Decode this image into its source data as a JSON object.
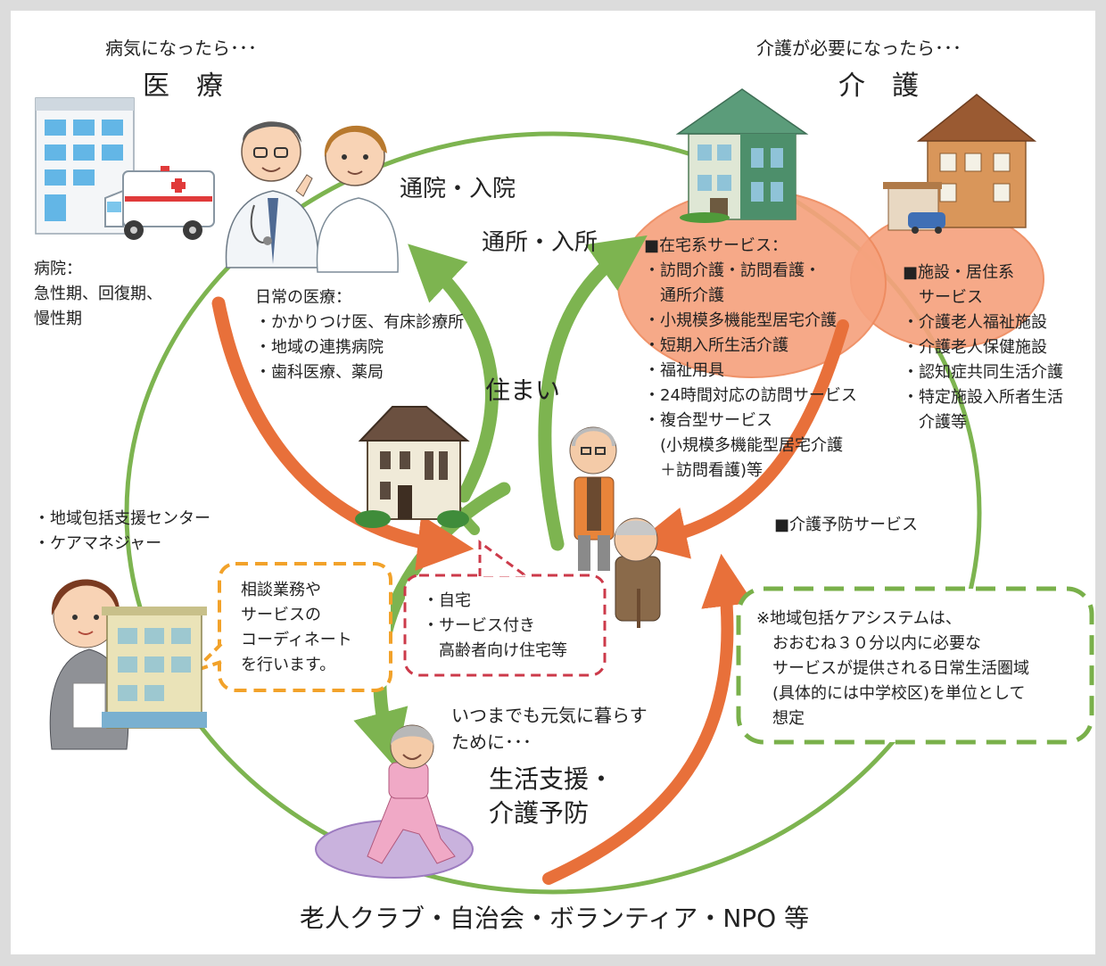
{
  "medical": {
    "heading_small": "病気になったら･･･",
    "heading_large": "医　療",
    "hospital_lines": [
      "病院：",
      "急性期、回復期、",
      "慢性期"
    ],
    "daily_title": "日常の医療：",
    "daily_items": [
      "・かかりつけ医、有床診療所",
      "・地域の連携病院",
      "・歯科医療、薬局"
    ]
  },
  "care": {
    "heading_small": "介護が必要になったら･･･",
    "heading_large": "介　護",
    "home_services_title": "■在宅系サービス：",
    "home_services_items": [
      "・訪問介護・訪問看護・",
      "　通所介護",
      "・小規模多機能型居宅介護",
      "・短期入所生活介護",
      "・福祉用具",
      "・24時間対応の訪問サービス",
      "・複合型サービス",
      "　(小規模多機能型居宅介護",
      "　＋訪問看護)等"
    ],
    "facility_title_1": "■施設・居住系",
    "facility_title_2": "　サービス",
    "facility_items": [
      "・介護老人福祉施設",
      "・介護老人保健施設",
      "・認知症共同生活介護",
      "・特定施設入所者生活",
      "　介護等"
    ],
    "prevention_label": "■介護予防サービス"
  },
  "flows": {
    "clinic": "通院・入院",
    "daycare": "通所・入所"
  },
  "housing": {
    "label": "住まい",
    "bubble_items": [
      "・自宅",
      "・サービス付き",
      "　高齢者向け住宅等"
    ]
  },
  "support_center": {
    "items": [
      "・地域包括支援センター",
      "・ケアマネジャー"
    ],
    "bubble_lines": [
      "相談業務や",
      "サービスの",
      "コーディネート",
      "を行います。"
    ]
  },
  "living_support": {
    "intro_1": "いつまでも元気に暮らす",
    "intro_2": "ために･･･",
    "title_1": "生活支援・",
    "title_2": "介護予防"
  },
  "note": {
    "lines": [
      "※地域包括ケアシステムは、",
      "　おおむね３０分以内に必要な",
      "　サービスが提供される日常生活圏域",
      "　(具体的には中学校区)を単位として",
      "　想定"
    ]
  },
  "footer": "老人クラブ・自治会・ボランティア・NPO 等",
  "colors": {
    "background": "#dcdcdc",
    "circle_green": "#7db450",
    "arrow_orange": "#e8703a",
    "care_ellipse": "#f6a27e",
    "support_bubble": "#f2a22a",
    "housing_bubble": "#cc3a4a",
    "note_border": "#79b04a",
    "purple_mat": "#c9b2dd"
  },
  "icons": [
    "hospital-building-icon",
    "ambulance-icon",
    "doctor-icon",
    "nurse-icon",
    "care-facility-green-icon",
    "care-facility-brown-icon",
    "house-icon",
    "elderly-man-icon",
    "elderly-woman-icon",
    "care-manager-icon",
    "support-center-building-icon",
    "exercising-woman-icon"
  ]
}
